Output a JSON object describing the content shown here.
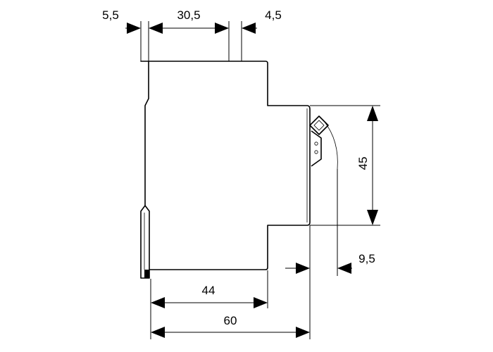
{
  "dimensions": {
    "terminal_offset": "5,5",
    "terminal_spacing": "30,5",
    "terminal_width": "4,5",
    "front_height": "45",
    "handle_protrusion": "9,5",
    "depth_to_front": "44",
    "total_depth": "60"
  }
}
